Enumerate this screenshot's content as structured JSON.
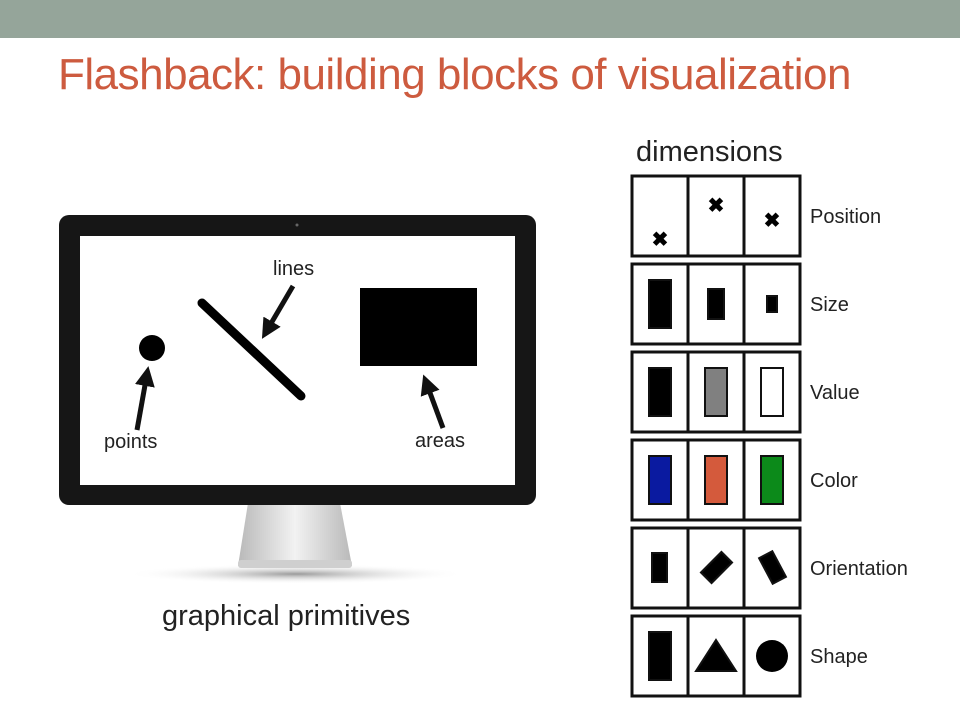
{
  "slide": {
    "title": "Flashback: building blocks of visualization",
    "colors": {
      "top_bar": "#95a59a",
      "title": "#cd5b3f",
      "text": "#222222",
      "grid_border": "#111111"
    }
  },
  "monitor": {
    "labels": {
      "lines": "lines",
      "points": "points",
      "areas": "areas"
    },
    "caption": "graphical primitives"
  },
  "dimensions": {
    "heading": "dimensions",
    "rows": [
      {
        "label": "Position",
        "icons": [
          "x-mark-icon",
          "x-mark-icon",
          "x-mark-icon"
        ]
      },
      {
        "label": "Size",
        "icons": [
          "large-rectangle-icon",
          "medium-rectangle-icon",
          "small-rectangle-icon"
        ]
      },
      {
        "label": "Value",
        "icons": [
          "black-rectangle-icon",
          "gray-rectangle-icon",
          "white-rectangle-icon"
        ],
        "fills": [
          "#000000",
          "#808080",
          "#ffffff"
        ]
      },
      {
        "label": "Color",
        "icons": [
          "blue-rectangle-icon",
          "red-rectangle-icon",
          "green-rectangle-icon"
        ],
        "fills": [
          "#0a1aa0",
          "#d45a3c",
          "#0c8a1a"
        ]
      },
      {
        "label": "Orientation",
        "icons": [
          "vertical-rectangle-icon",
          "diagonal-rectangle-icon",
          "tilted-rectangle-icon"
        ]
      },
      {
        "label": "Shape",
        "icons": [
          "rectangle-icon",
          "triangle-icon",
          "circle-icon"
        ]
      }
    ]
  }
}
